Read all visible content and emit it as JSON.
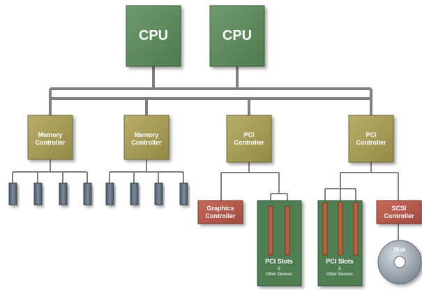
{
  "cpus": [
    "CPU",
    "CPU"
  ],
  "memory_controllers": [
    {
      "line1": "Memory",
      "line2": "Controller"
    },
    {
      "line1": "Memory",
      "line2": "Controller"
    }
  ],
  "pci_controllers": [
    {
      "line1": "PCI",
      "line2": "Controller"
    },
    {
      "line1": "PCI",
      "line2": "Controller"
    }
  ],
  "graphics_controller": {
    "line1": "Graphics",
    "line2": "Controller"
  },
  "scsi_controller": {
    "line1": "SCSI",
    "line2": "Controller"
  },
  "pci_slots": [
    {
      "line1": "PCI Slots",
      "line2": "&",
      "line3": "Other Devices"
    },
    {
      "line1": "PCI Slots",
      "line2": "&",
      "line3": "Other Devices"
    }
  ],
  "disk": "Disk",
  "colors": {
    "cpu": "#5f8a5e",
    "controller": "#a9a05e",
    "device": "#b85a4c",
    "slot_board": "#4f7e52",
    "slot": "#b8603f",
    "memory_module": "#5c6b7b",
    "bus": "#7a7a7a",
    "disk": "#9aa3ac"
  }
}
